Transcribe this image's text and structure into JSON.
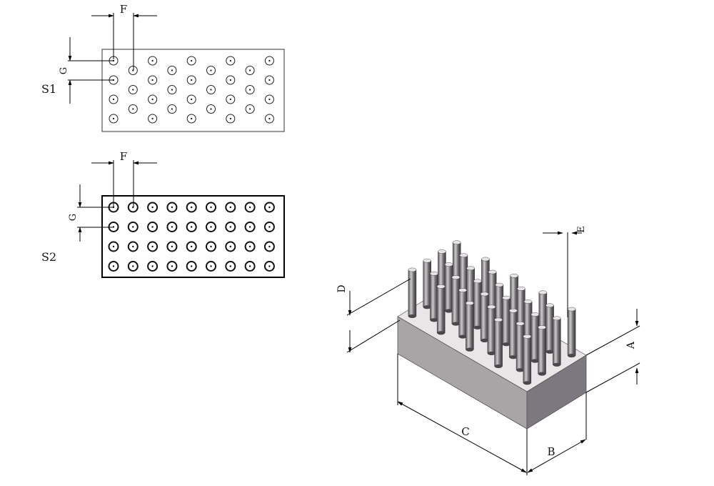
{
  "views": {
    "s1": {
      "label": "S1",
      "dim_f": "F",
      "dim_g": "G",
      "rows": 4,
      "cols": 9,
      "pattern": "staggered"
    },
    "s2": {
      "label": "S2",
      "dim_f": "F",
      "dim_g": "G",
      "rows": 4,
      "cols": 9,
      "pattern": "inline"
    }
  },
  "iso": {
    "dims": {
      "a": "A",
      "b": "B",
      "c": "C",
      "d": "D",
      "e": "E"
    },
    "colors": {
      "top": "#e9e6e8",
      "front": "#a6a2a4",
      "side": "#7e7880",
      "pin_light": "#c9c5c7",
      "pin_dark": "#55525a"
    }
  }
}
